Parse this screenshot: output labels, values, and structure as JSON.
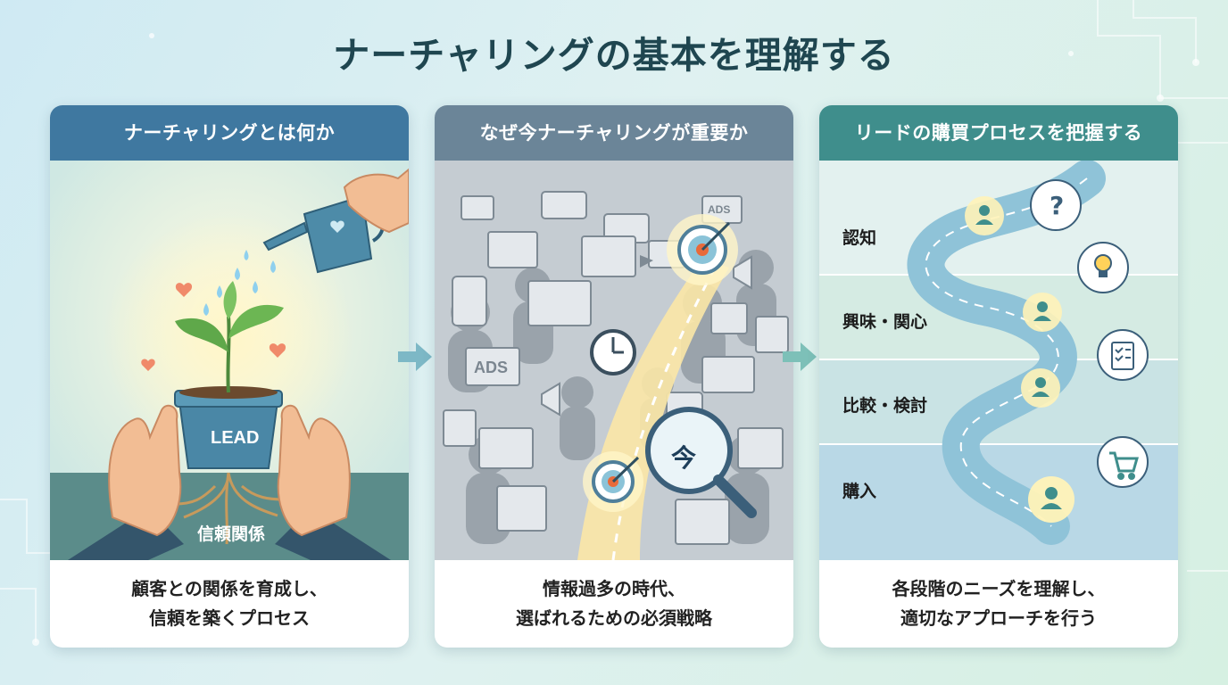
{
  "title": "ナーチャリングの基本を理解する",
  "cards": [
    {
      "header": "ナーチャリングとは何か",
      "header_color": "#3f78a0",
      "pot_label": "LEAD",
      "roots_label": "信頼関係",
      "caption_line1": "顧客との関係を育成し、",
      "caption_line2": "信頼を築くプロセス"
    },
    {
      "header": "なぜ今ナーチャリングが重要か",
      "header_color": "#6b8598",
      "ads_label_1": "ADS",
      "ads_label_2": "ADS",
      "now_label": "今",
      "caption_line1": "情報過多の時代、",
      "caption_line2": "選ばれるための必須戦略"
    },
    {
      "header": "リードの購買プロセスを把握する",
      "header_color": "#3f8e8c",
      "stages": [
        "認知",
        "興味・関心",
        "比較・検討",
        "購入"
      ],
      "icons": [
        "question-icon",
        "lightbulb-icon",
        "checklist-icon",
        "cart-icon"
      ],
      "caption_line1": "各段階のニーズを理解し、",
      "caption_line2": "適切なアプローチを行う"
    }
  ],
  "colors": {
    "title": "#1f4650",
    "arrow": "#6fb0c0",
    "road": "#8fc3d8",
    "glow": "#ffe79a"
  }
}
